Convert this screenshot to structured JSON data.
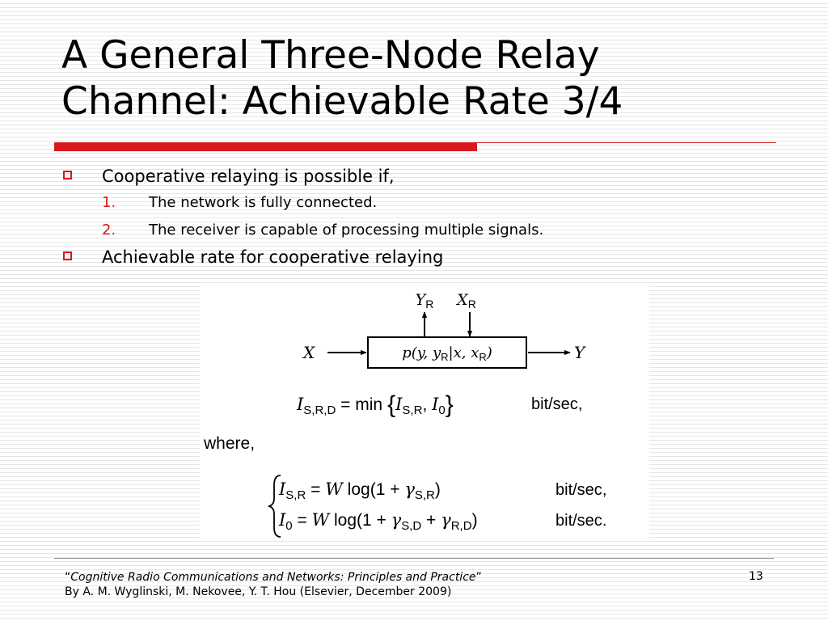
{
  "slide": {
    "title_line1": "A General Three-Node Relay",
    "title_line2": "Channel: Achievable Rate 3/4",
    "bullets": [
      {
        "text": "Cooperative relaying is possible if,",
        "subitems": [
          {
            "number": "1.",
            "text": "The network is fully connected."
          },
          {
            "number": "2.",
            "text": "The receiver is capable of processing multiple signals."
          }
        ]
      },
      {
        "text": "Achievable rate for cooperative relaying"
      }
    ],
    "page_number": "13"
  },
  "figure": {
    "label_yr": "Y",
    "label_yr_sub": "R",
    "label_xr": "X",
    "label_xr_sub": "R",
    "label_x": "X",
    "label_y": "Y",
    "box_text": "p(y, y",
    "box_sub1": "R",
    "box_text2": "|x, x",
    "box_sub2": "R",
    "box_text3": ")",
    "eq1_lhs": "I",
    "eq1_lhs_sub": "S,R,D",
    "eq1_eq": " = ",
    "eq1_min": "min",
    "eq1_term1": "I",
    "eq1_term1_sub": "S,R",
    "eq1_comma": ", ",
    "eq1_term2": "I",
    "eq1_term2_sub": "0",
    "eq1_unit": "bit/sec",
    "eq1_punct": ",",
    "where_text": "where,",
    "eq2_lhs": "I",
    "eq2_lhs_sub": "S,R",
    "eq2_eq": " = ",
    "eq2_W": "W",
    "eq2_log": " log(1 + ",
    "eq2_gamma": "γ",
    "eq2_gamma_sub": "S,R",
    "eq2_close": ")",
    "eq2_unit": "bit/sec",
    "eq2_punct": ",",
    "eq3_lhs": "I",
    "eq3_lhs_sub": "0",
    "eq3_eq": " = ",
    "eq3_W": "W",
    "eq3_log": " log(1 + ",
    "eq3_gamma1": "γ",
    "eq3_gamma1_sub": "S,D",
    "eq3_plus": " + ",
    "eq3_gamma2": "γ",
    "eq3_gamma2_sub": "R,D",
    "eq3_close": ")",
    "eq3_unit": "bit/sec",
    "eq3_punct": "."
  },
  "footer": {
    "open_quote": "“",
    "book_title": "Cognitive Radio Communications and Networks: Principles and Practice",
    "close_quote": "”",
    "authors": "By A. M. Wyglinski, M. Nekovee, Y. T. Hou (Elsevier, December 2009)"
  },
  "colors": {
    "accent": "#d8181f"
  }
}
